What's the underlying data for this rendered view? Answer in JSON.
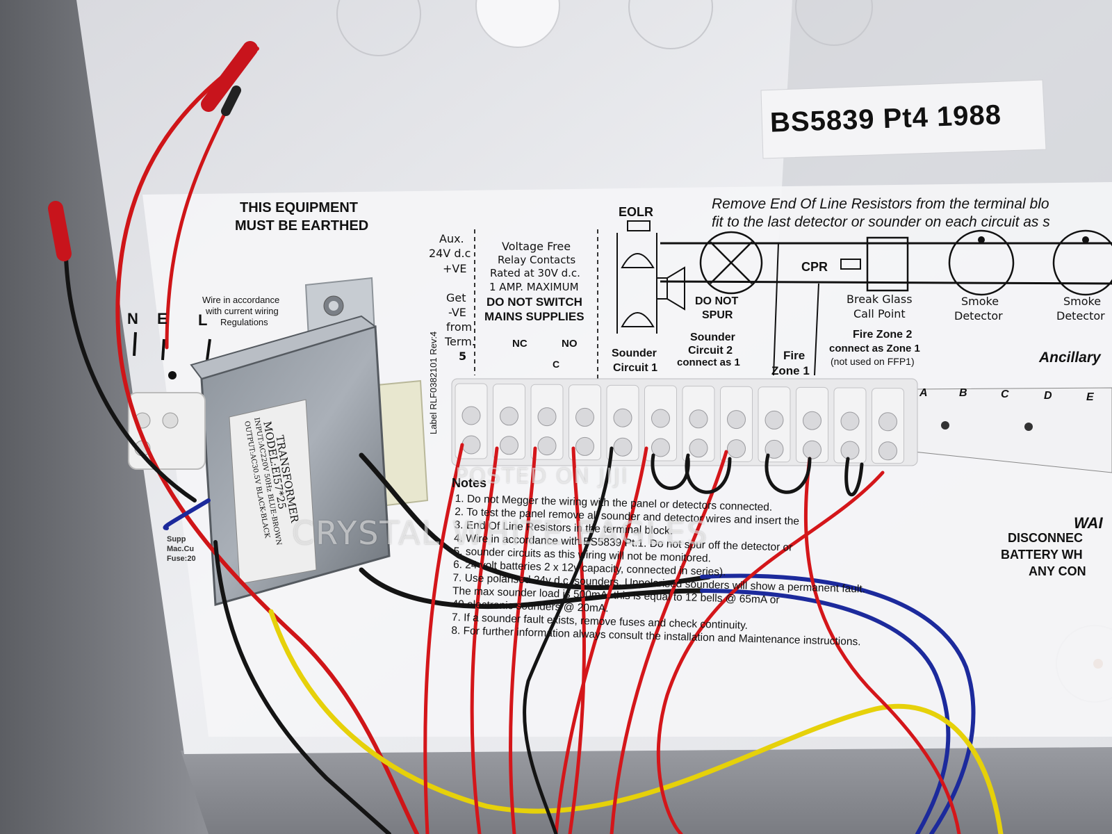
{
  "standard_label": "BS5839 Pt4 1988",
  "earth_warning": [
    "THIS EQUIPMENT",
    "MUST BE EARTHED"
  ],
  "wiring_note": [
    "Wire in accordance",
    "with current wiring",
    "Regulations"
  ],
  "supply_letters": [
    "N",
    "E",
    "L"
  ],
  "transformer": {
    "title": "TRANSFORMER",
    "model": "MODEL:EI57*25",
    "input": "INPUT:AC220V 50Hz BLUE-BROWN",
    "output": "OUTPUT:AC30.5V BLACK-BLACK"
  },
  "side_label": "Label RLF0382101 Rev:4",
  "aux": [
    "Aux.",
    "24V d.c",
    "+VE"
  ],
  "get_ve": [
    "Get",
    "-VE",
    "from",
    "Term.",
    "5"
  ],
  "relay": [
    "Voltage Free",
    "Relay Contacts",
    "Rated at 30V d.c.",
    "1 AMP. MAXIMUM"
  ],
  "relay_warning": [
    "DO NOT SWITCH",
    "MAINS SUPPLIES"
  ],
  "relay_contacts": [
    "NC",
    "C",
    "NO"
  ],
  "eolr": "EOLR",
  "remove_eolr": [
    "Remove End Of Line Resistors from the terminal blo",
    "fit to the last detector or sounder on each circuit as s"
  ],
  "do_not_spur": [
    "DO NOT",
    "SPUR"
  ],
  "cpr": "CPR",
  "break_glass": [
    "Break Glass",
    "Call Point"
  ],
  "smoke_1": [
    "Smoke",
    "Detector"
  ],
  "smoke_2": [
    "Smoke",
    "Detector"
  ],
  "sounder_1": [
    "Sounder",
    "Circuit 1"
  ],
  "sounder_2": [
    "Sounder",
    "Circuit 2",
    "connect as 1"
  ],
  "fire_zone_1": [
    "Fire",
    "Zone 1"
  ],
  "fire_zone_2": [
    "Fire Zone 2",
    "connect as Zone 1",
    "(not used on FFP1)"
  ],
  "ancillary": "Ancillary",
  "ancillary_letters": [
    "A",
    "B",
    "C",
    "D",
    "E"
  ],
  "notes_title": "Notes",
  "notes": [
    "1. Do not Megger the wiring with the panel or detectors connected.",
    "2. To test the panel remove all sounder and detector wires and insert the",
    "3. End Of Line Resistors in the terminal block.",
    "4. Wire in accordance with BS5839 Pt.1. Do not spur off the detector or",
    "5. sounder circuits as this wiring will not be monitored.",
    "6. 24 volt batteries 2 x 12v capacity, connected in series).",
    "7. Use polarised 24v d.c. sounders. Unpolarised sounders will show a permanent fault.",
    "The max sounder load is 500mA, this is equal to 12 bells @ 65mA or",
    "40 electronic sounders @ 20mA.",
    "7. If a sounder fault exists, remove fuses and check continuity.",
    "8. For further information always consult the installation and Maintenance instructions."
  ],
  "warning_title": "WAI",
  "warning": [
    "DISCONNEC",
    "BATTERY WH",
    "ANY CON"
  ],
  "psu_label": [
    "Supp",
    "Mac.Cu",
    "Fuse:20"
  ],
  "watermark": [
    "POSTED ON JIJI",
    "CRYSTAL WHITE EAGLES"
  ],
  "colors": {
    "panel": "#e9eaee",
    "wire_red": "#d4161a",
    "wire_black": "#141414",
    "wire_blue": "#1c2a9c",
    "wire_yellow": "#e6d10a",
    "terminal": "#f1f1f1"
  }
}
